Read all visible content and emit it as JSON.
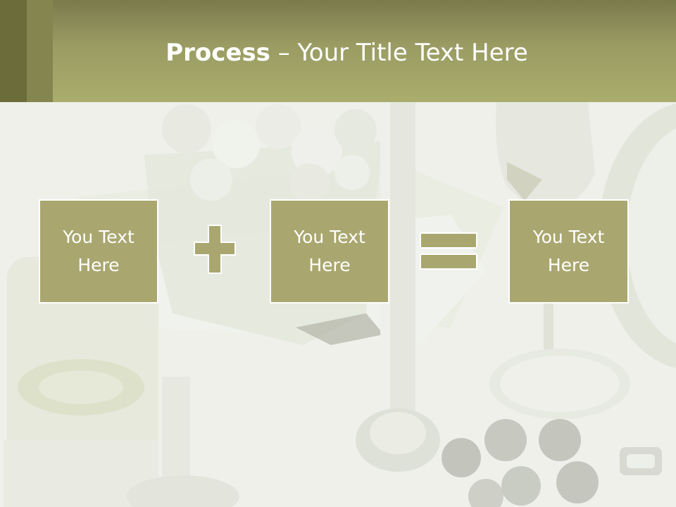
{
  "title": {
    "bold": "Process",
    "rest": " – Your Title Text Here"
  },
  "process": {
    "boxes": [
      {
        "line1": "You Text",
        "line2": "Here"
      },
      {
        "line1": "You Text",
        "line2": "Here"
      },
      {
        "line1": "You Text",
        "line2": "Here"
      }
    ],
    "operators": [
      "plus-icon",
      "equals-icon"
    ]
  },
  "colors": {
    "header": "#aaad6c",
    "box_fill": "#a9a76f",
    "box_border": "#ffffff",
    "text": "#ffffff"
  }
}
